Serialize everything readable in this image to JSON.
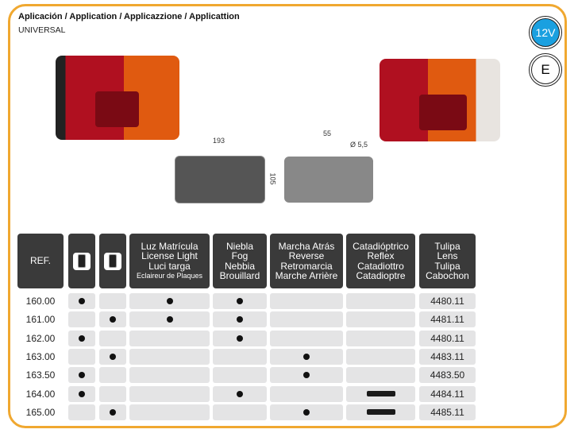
{
  "header": {
    "title": "Aplicación / Application / Applicazzione / Applicattion",
    "subtitle": "UNIVERSAL"
  },
  "badges": {
    "voltage": "12V",
    "mark": "E",
    "voltage_color": "#1aa0e0"
  },
  "drawing": {
    "width": "193",
    "height": "105",
    "spacing": "55",
    "hole": "Ø 5,5"
  },
  "table": {
    "headers": {
      "ref": "REF.",
      "luz": [
        "Luz Matrícula",
        "License Light",
        "Luci targa",
        "Eclaireur de Plaques"
      ],
      "niebla": [
        "Niebla",
        "Fog",
        "Nebbia",
        "Brouillard"
      ],
      "marcha": [
        "Marcha Atrás",
        "Reverse",
        "Retromarcia",
        "Marche Arrière"
      ],
      "cata": [
        "Catadióptrico",
        "Reflex",
        "Catadiottro",
        "Catadioptre"
      ],
      "tulipa": [
        "Tulipa",
        "Lens",
        "Tulipa",
        "Cabochon"
      ],
      "icons": [
        "car-left-mount-icon",
        "car-right-mount-icon"
      ]
    },
    "rows": [
      {
        "ref": "160.00",
        "marks": [
          "dot",
          "",
          "dot",
          "dot",
          "",
          "",
          ""
        ],
        "lens": "4480.11"
      },
      {
        "ref": "161.00",
        "marks": [
          "",
          "dot",
          "dot",
          "dot",
          "",
          "",
          ""
        ],
        "lens": "4481.11"
      },
      {
        "ref": "162.00",
        "marks": [
          "dot",
          "",
          "",
          "dot",
          "",
          "",
          ""
        ],
        "lens": "4480.11"
      },
      {
        "ref": "163.00",
        "marks": [
          "",
          "dot",
          "",
          "",
          "dot",
          ""
        ],
        "lens": "4483.11"
      },
      {
        "ref": "163.50",
        "marks": [
          "dot",
          "",
          "",
          "",
          "dot",
          ""
        ],
        "lens": "4483.50"
      },
      {
        "ref": "164.00",
        "marks": [
          "dot",
          "",
          "",
          "dot",
          "",
          "bar"
        ],
        "lens": "4484.11"
      },
      {
        "ref": "165.00",
        "marks": [
          "",
          "dot",
          "",
          "",
          "dot",
          "bar"
        ],
        "lens": "4485.11"
      }
    ]
  }
}
